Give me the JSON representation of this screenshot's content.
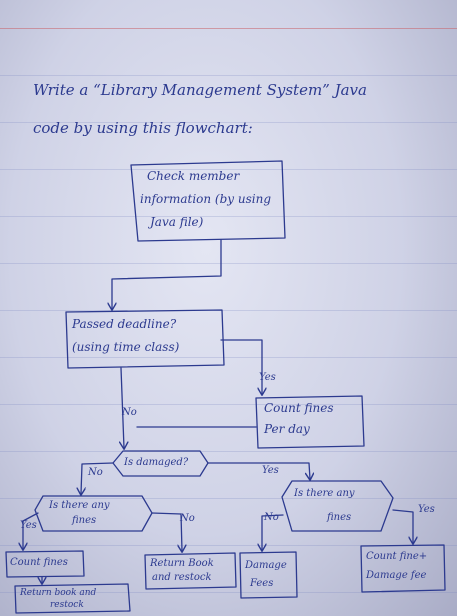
{
  "prompt": {
    "line1": "Write a “Library Management System” Java",
    "line2": "code by using this flowchart:"
  },
  "nodes": {
    "check_member": [
      "Check member",
      "information (by using",
      "Java file)"
    ],
    "passed_deadline": [
      "Passed deadline?",
      "(using time class)"
    ],
    "count_fines_per_day": [
      "Count fines",
      "Per day"
    ],
    "is_damaged": "Is damaged?",
    "any_fines_left": [
      "Is there any",
      "fines"
    ],
    "any_fines_right": [
      "Is there any",
      "fines"
    ],
    "count_fines": "Count fines",
    "return_book_restock": [
      "Return Book",
      "and restock"
    ],
    "damage_fees": [
      "Damage",
      "Fees"
    ],
    "count_fine_damage": [
      "Count fine+",
      "Damage fee"
    ],
    "return_book_and_restock": [
      "Return book and",
      "restock"
    ]
  },
  "edge_labels": {
    "yes_deadline": "Yes",
    "no_deadline": "No",
    "no_damaged": "No",
    "yes_damaged": "Yes",
    "yes_left": "Yes",
    "no_left": "No",
    "no_right": "No",
    "yes_right": "Yes"
  },
  "colors": {
    "ink": "#2c3a8f",
    "paper": "#d9dcef",
    "margin_line": "#c9656b"
  }
}
